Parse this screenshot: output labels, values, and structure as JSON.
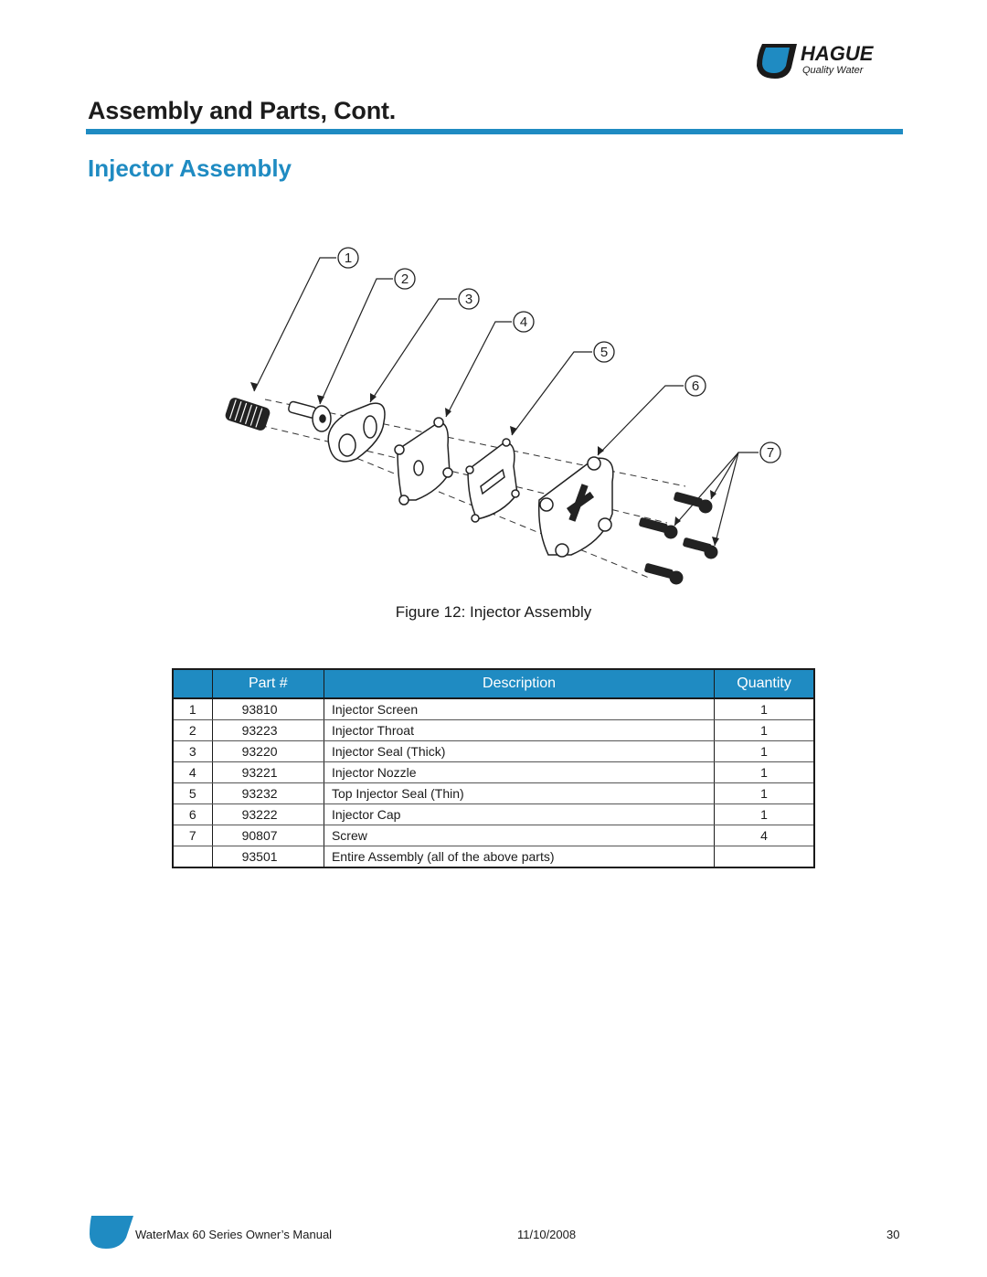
{
  "brand": {
    "logo_name": "HAGUE",
    "logo_tagline": "Quality Water",
    "accent_color": "#1f8bc2"
  },
  "page_heading": "Assembly and Parts, Cont.",
  "section_heading": "Injector Assembly",
  "figure": {
    "caption": "Figure 12: Injector Assembly",
    "callouts": [
      "1",
      "2",
      "3",
      "4",
      "5",
      "6",
      "7"
    ]
  },
  "parts_table": {
    "columns": [
      "",
      "Part #",
      "Description",
      "Quantity"
    ],
    "rows": [
      {
        "item": "1",
        "part": "93810",
        "description": "Injector Screen",
        "quantity": "1"
      },
      {
        "item": "2",
        "part": "93223",
        "description": "Injector Throat",
        "quantity": "1"
      },
      {
        "item": "3",
        "part": "93220",
        "description": "Injector Seal (Thick)",
        "quantity": "1"
      },
      {
        "item": "4",
        "part": "93221",
        "description": "Injector Nozzle",
        "quantity": "1"
      },
      {
        "item": "5",
        "part": "93232",
        "description": "Top Injector Seal (Thin)",
        "quantity": "1"
      },
      {
        "item": "6",
        "part": "93222",
        "description": "Injector Cap",
        "quantity": "1"
      },
      {
        "item": "7",
        "part": "90807",
        "description": "Screw",
        "quantity": "4"
      },
      {
        "item": "",
        "part": "93501",
        "description": "Entire Assembly (all of the above parts)",
        "quantity": ""
      }
    ]
  },
  "footer": {
    "manual_title": "WaterMax 60 Series Owner’s Manual",
    "date": "11/10/2008",
    "page_number": "30"
  }
}
